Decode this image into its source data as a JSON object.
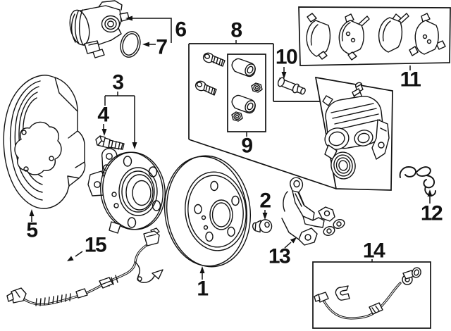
{
  "diagram": {
    "description": "Exploded parts diagram of a rear disc brake assembly with numbered callouts",
    "background_color": "#ffffff",
    "line_color": "#111111",
    "callouts": [
      {
        "number": "1"
      },
      {
        "number": "2"
      },
      {
        "number": "3"
      },
      {
        "number": "4"
      },
      {
        "number": "5"
      },
      {
        "number": "6"
      },
      {
        "number": "7"
      },
      {
        "number": "8"
      },
      {
        "number": "9"
      },
      {
        "number": "10"
      },
      {
        "number": "11"
      },
      {
        "number": "12"
      },
      {
        "number": "13"
      },
      {
        "number": "14"
      },
      {
        "number": "15"
      }
    ]
  }
}
